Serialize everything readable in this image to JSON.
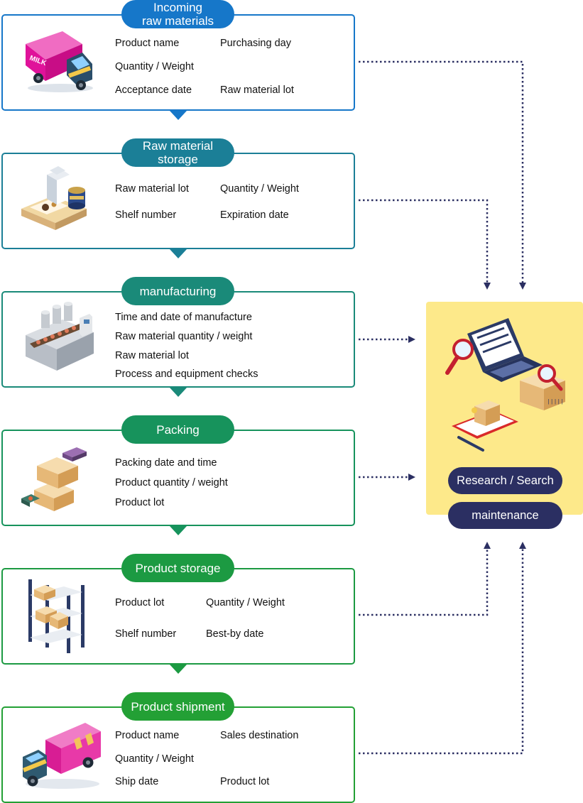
{
  "stages": [
    {
      "title": "Incoming\nraw materials",
      "color": "#1677c9",
      "fields": [
        "Product name",
        "Purchasing day",
        "Quantity / Weight",
        "Acceptance date",
        "Raw material lot"
      ],
      "illustration": "milk-truck-icon"
    },
    {
      "title": "Raw material\nstorage",
      "color": "#1b7f97",
      "fields": [
        "Raw material lot",
        "Quantity / Weight",
        "Shelf number",
        "Expiration date"
      ],
      "illustration": "storage-pallet-icon"
    },
    {
      "title": "manufacturing",
      "color": "#1a8a79",
      "fields": [
        "Time and date of manufacture",
        "Raw material quantity / weight",
        "Raw material lot",
        "Process and equipment checks"
      ],
      "illustration": "factory-machine-icon"
    },
    {
      "title": "Packing",
      "color": "#17935c",
      "fields": [
        "Packing date and time",
        "Product quantity / weight",
        "Product lot"
      ],
      "illustration": "boxes-icon"
    },
    {
      "title": "Product storage",
      "color": "#1c9a42",
      "fields": [
        "Product lot",
        "Quantity / Weight",
        "Shelf number",
        "Best-by date"
      ],
      "illustration": "shelf-rack-icon"
    },
    {
      "title": "Product shipment",
      "color": "#23a035",
      "fields": [
        "Product name",
        "Sales destination",
        "Quantity / Weight",
        "Ship date",
        "Product lot"
      ],
      "illustration": "delivery-truck-icon"
    }
  ],
  "milk_label": "MILK",
  "barcode_label": "|||||",
  "panel": {
    "research_label": "Research / Search",
    "maintenance_label": "maintenance",
    "bg_color": "#fde98a",
    "pill_color": "#2b2f62",
    "illustration": "laptop-search-icon"
  },
  "connector_color": "#2b2f62"
}
